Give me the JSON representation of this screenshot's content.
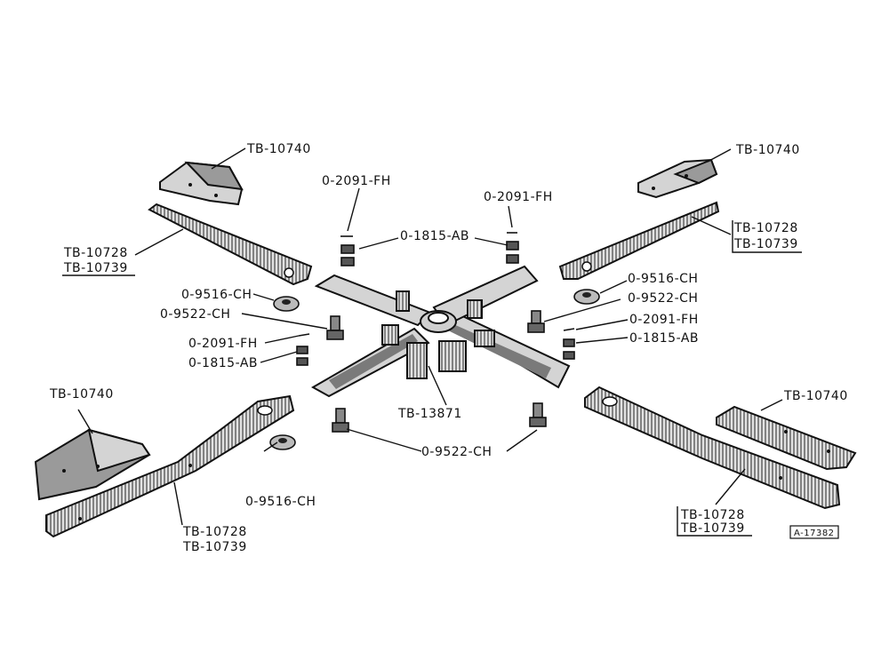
{
  "labels": {
    "tb10740_ul": "TB-10740",
    "tb10740_ur": "TB-10740",
    "tb10740_ll": "TB-10740",
    "tb10740_lr": "TB-10740",
    "tb10728_ul": "TB-10728",
    "tb10739_ul": "TB-10739",
    "tb10728_ur": "TB-10728",
    "tb10739_ur": "TB-10739",
    "tb10728_ll": "TB-10728",
    "tb10739_ll": "TB-10739",
    "tb10728_lr": "TB-10728",
    "tb10739_lr": "TB-10739",
    "fh2091_tl": "0-2091-FH",
    "fh2091_tr": "0-2091-FH",
    "fh2091_l": "0-2091-FH",
    "fh2091_r": "0-2091-FH",
    "ab1815_top": "0-1815-AB",
    "ab1815_l": "0-1815-AB",
    "ab1815_r": "0-1815-AB",
    "ch9516_l": "0-9516-CH",
    "ch9516_r": "0-9516-CH",
    "ch9516_bot": "0-9516-CH",
    "ch9522_l": "0-9522-CH",
    "ch9522_r": "0-9522-CH",
    "ch9522_bot": "0-9522-CH",
    "tb13871": "TB-13871",
    "ref_code": "A-17382"
  }
}
